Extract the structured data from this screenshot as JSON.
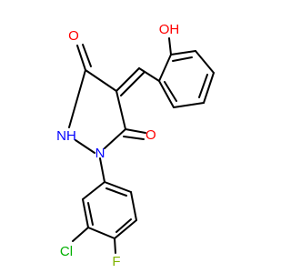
{
  "atoms": {
    "oh": {
      "label": "OH",
      "color": "#ff0000"
    },
    "o1": {
      "label": "O",
      "color": "#ff0000"
    },
    "o2": {
      "label": "O",
      "color": "#ff0000"
    },
    "nh": {
      "label": "NH",
      "color": "#0000ff"
    },
    "n": {
      "label": "N",
      "color": "#0000ff"
    },
    "cl": {
      "label": "Cl",
      "color": "#00b000"
    },
    "f": {
      "label": "F",
      "color": "#7fb300"
    }
  }
}
